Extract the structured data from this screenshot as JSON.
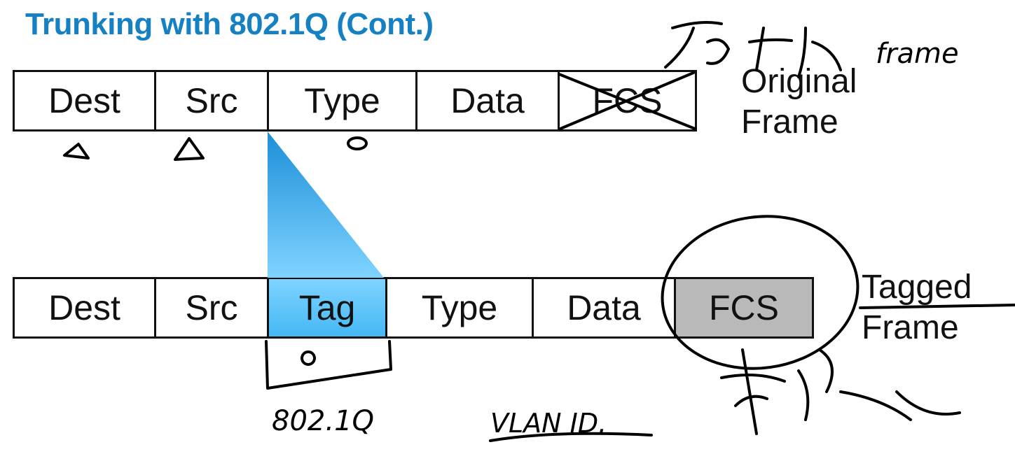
{
  "title": "Trunking with 802.1Q (Cont.)",
  "original_frame": {
    "fields": [
      "Dest",
      "Src",
      "Type",
      "Data",
      "FCS"
    ],
    "label_line1": "Original",
    "label_line2": "Frame"
  },
  "tagged_frame": {
    "fields": [
      "Dest",
      "Src",
      "Tag",
      "Type",
      "Data",
      "FCS"
    ],
    "label_line1": "Tagged",
    "label_line2": "Frame"
  },
  "annotations": {
    "top_right_note": "frame",
    "under_tag": "802.1Q",
    "vlan": "VLAN ID."
  },
  "colors": {
    "title": "#1580c2",
    "tag_fill": "#45b8f5",
    "fcs_fill": "#b9b9b9"
  }
}
